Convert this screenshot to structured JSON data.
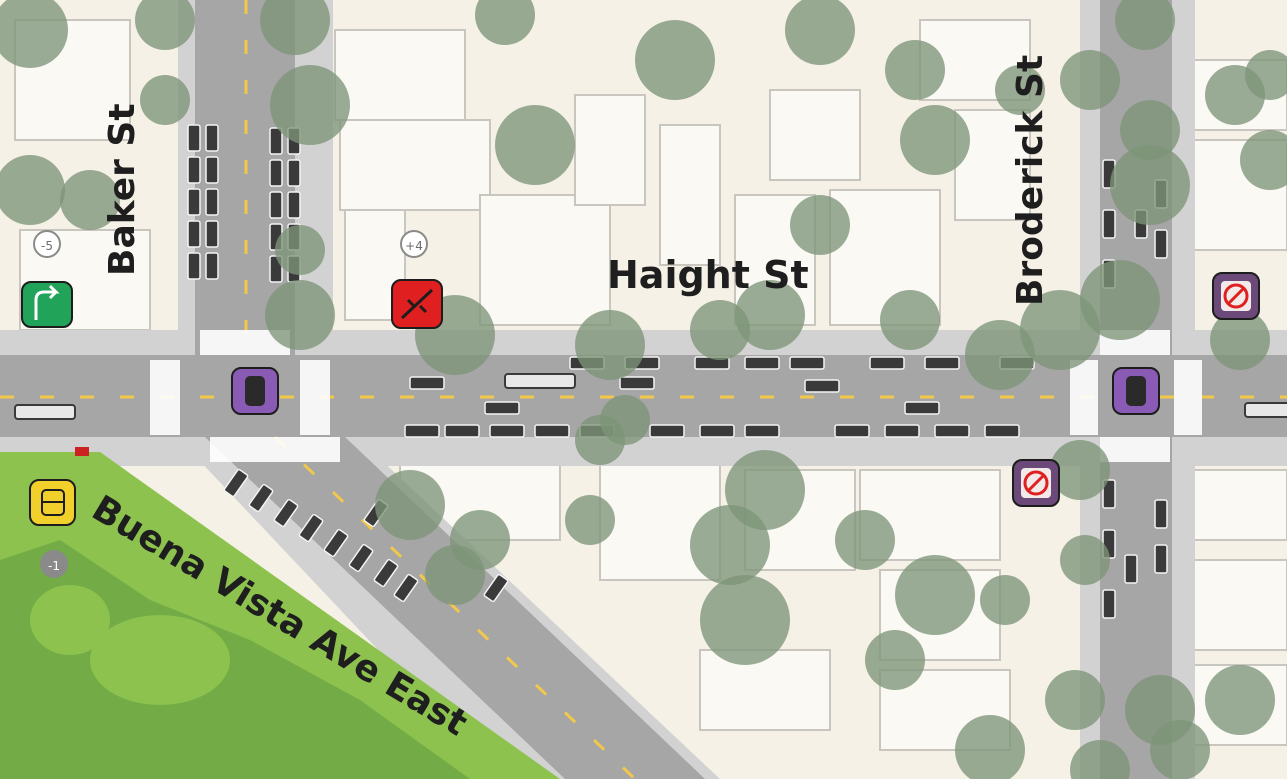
{
  "map": {
    "streets": {
      "haight": "Haight St",
      "baker": "Baker St",
      "broderick": "Broderick St",
      "buena_vista": "Buena Vista Ave East"
    },
    "badges": {
      "baker_left_turn": "-5",
      "haight_red_sign": "+4",
      "buena_vista_sign": "-1"
    },
    "signs": [
      {
        "name": "left-turn-arrow-sign",
        "color": "#21a35a"
      },
      {
        "name": "congestion-warning-sign",
        "color": "#e02020"
      },
      {
        "name": "traffic-signal",
        "color": "#8a5bb5"
      },
      {
        "name": "no-u-turn-sign",
        "color": "#6b4a7a"
      },
      {
        "name": "parking-stall-sign",
        "color": "#f2d02c"
      }
    ],
    "colors": {
      "land": "#f6f1e6",
      "road": "#a6a6a6",
      "sidewalk": "#d2d2d2",
      "park": "#8dc24f",
      "park_dark": "#5e9e43",
      "tree": "#7d9578",
      "lane_mark": "#f2c84b"
    }
  }
}
